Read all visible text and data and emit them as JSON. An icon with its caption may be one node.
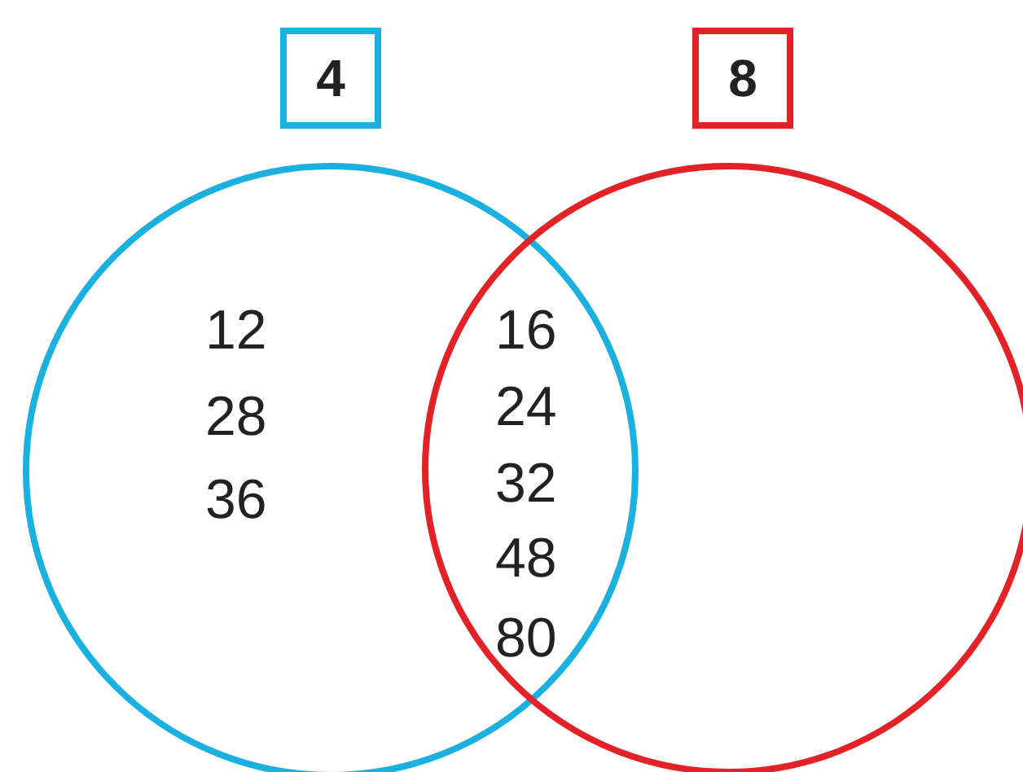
{
  "diagram": {
    "nodes": [
      {
        "text": [
          "4"
        ]
      },
      {
        "text": [
          "8"
        ]
      },
      {
        "text": [
          "12",
          "28",
          "36"
        ]
      },
      {
        "text": [],
        "shape": "circle"
      }
    ],
    "labels": [
      "16",
      "24",
      "32",
      "48",
      "80"
    ]
  }
}
